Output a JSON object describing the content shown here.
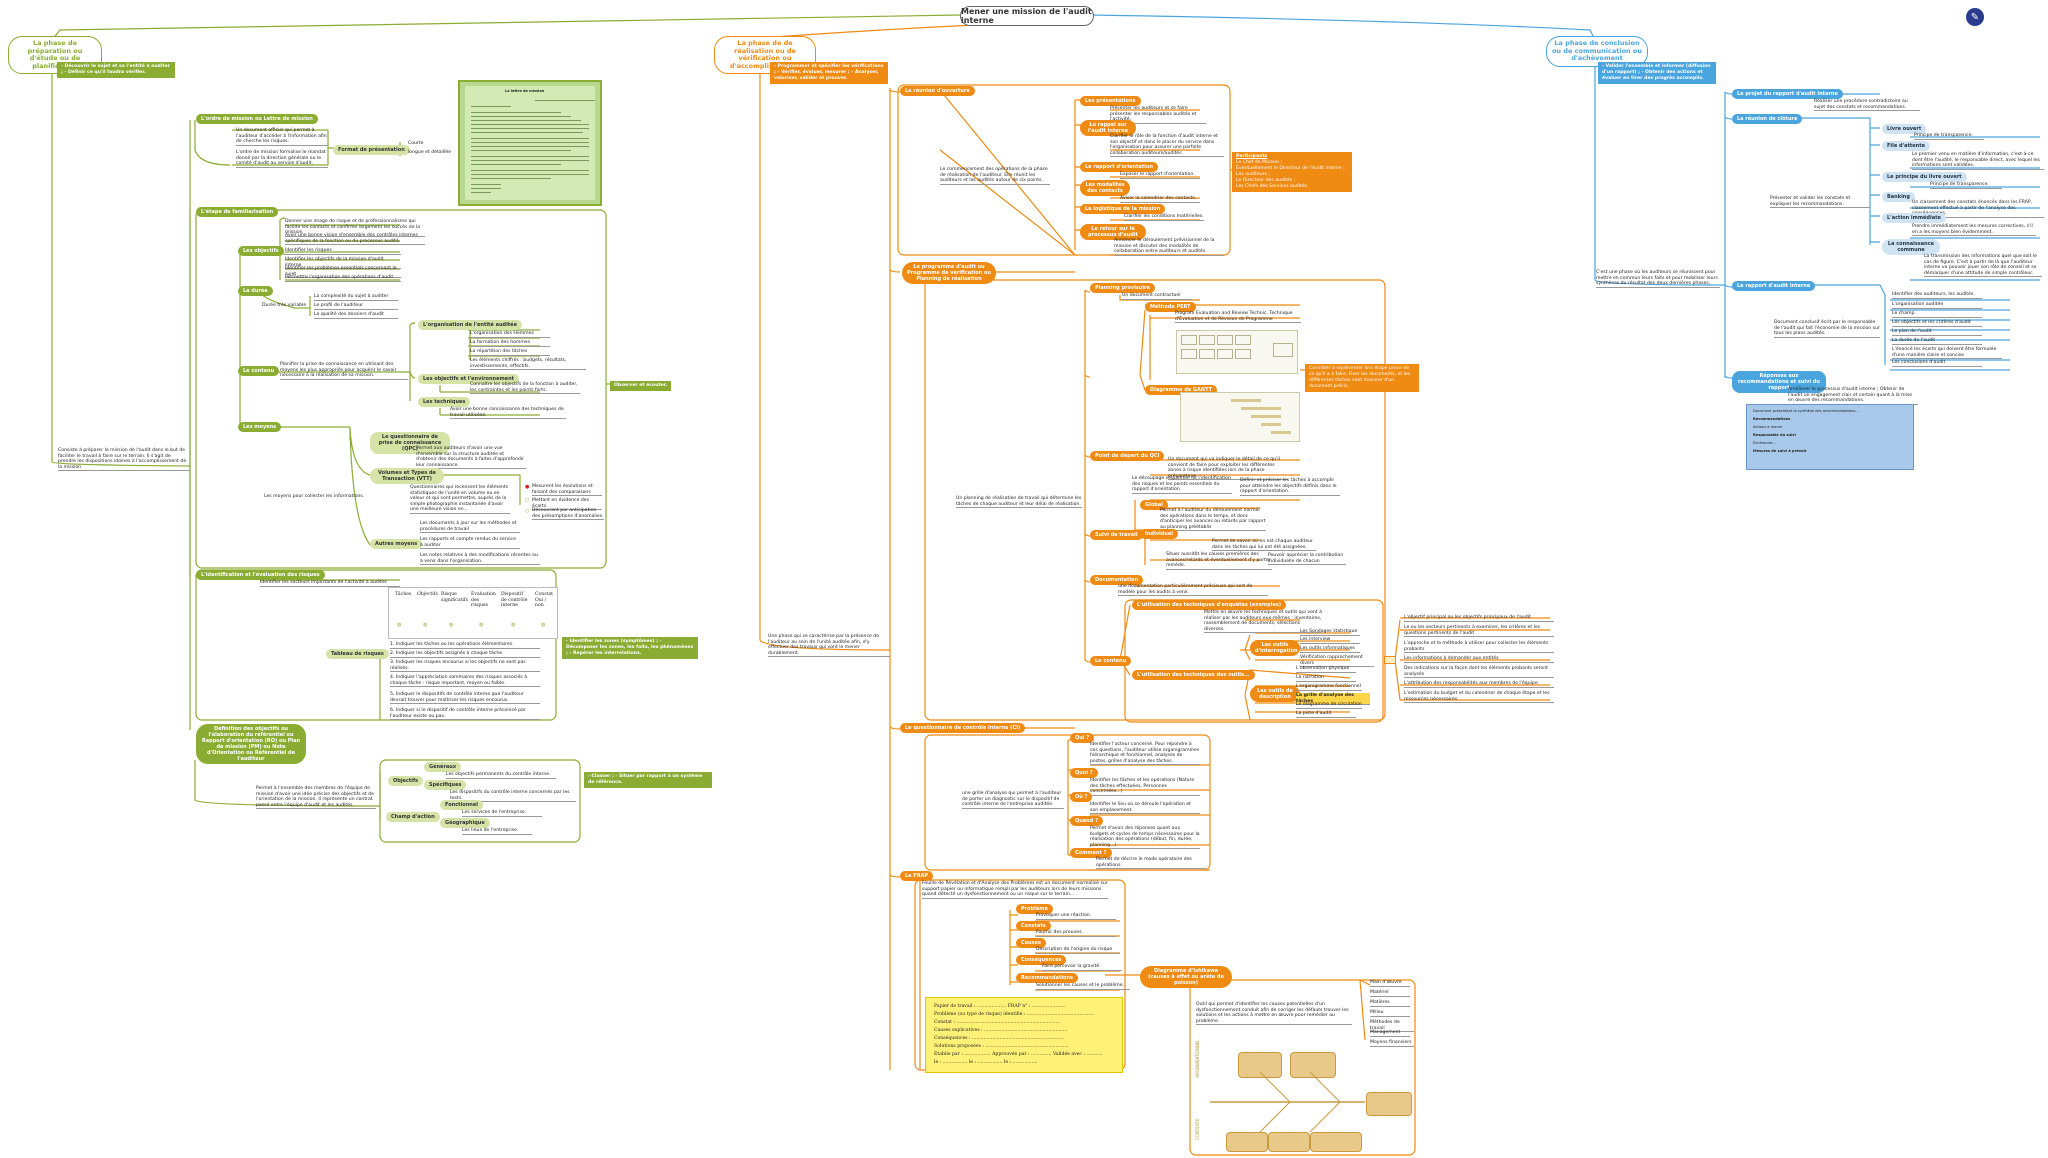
{
  "title": "Mener une mission de l'audit interne",
  "logo_icon": "pen-circle-icon",
  "colors": {
    "green": "#8bac32",
    "orange": "#ef8a12",
    "blue": "#4aa5de",
    "grey": "#666666"
  },
  "phases": {
    "prep": "La phase de préparation ou d'étude ou de planification",
    "real": "La phase de de réalisation ou de vérification ou d'accomplissement",
    "concl": "La phase de conclusion ou de communication ou d'achèvement"
  },
  "prep": {
    "banner": "- Découvrir le sujet et sa l'entité à auditer ; - Définir ce qu'il faudra vérifier.",
    "left_note": "Consiste à préparer la mission de l'audit dans le but de faciliter le travail à faire sur le terrain. Il s'agit de prendre les dispositions idoines à l'accomplissement de la mission",
    "ordre_pill": "L'ordre de mission ou Lettre de mission",
    "ordre_t1": "Un document officiel qui permet à l'auditeur d'accéder à l'information afin de cherche les risques.",
    "ordre_t2": "L'ordre de mission formalise le mandat donné par la direction générale ou le comité d'audit au service d'audit.",
    "format_pill": "Format de présentation",
    "courte": "Courte",
    "longue": "longue et détaillée",
    "doc_title": "La lettre de mission",
    "etape_pill": "L'étape de familiarisation",
    "objectifs_pill": "Les objectifs",
    "objectifs": [
      "Donner une image de risque et de professionnalisme qui facilite les contacts et confirme largement les succès de la mission",
      "Avoir une bonne vision d'ensemble des contrôles internes spécifiques de la fonction ou du processus audité.",
      "Identifier les risques",
      "Identifier les objectifs de la mission d'audit interne",
      "Identifier les problèmes essentiels concernant le sujet",
      "Permettre l'organisation des opérations d'audit"
    ],
    "duree_pill": "La durée",
    "duree_var": "Durée très variable",
    "duree_items": [
      "La complexité du sujet à auditer",
      "Le profil de l'auditeur",
      "La qualité des dossiers d'audit"
    ],
    "contenu_pill": "Le contenu",
    "contenu_text": "Planifier la prise de connaissance en utilisant des moyens les plus appropriés pour acquérir le savoir nécessaire à la réalisation de sa mission.",
    "org_pill": "L'organisation de l'entité auditée",
    "org_items": [
      "L'organisation des Hommes",
      "La formation des hommes",
      "La répartition des tâches",
      "Les éléments chiffrés : budgets, résultats, investissements, effectifs."
    ],
    "obj_env_pill": "Les objectifs et l'environnement",
    "obj_env_text": "Connaître les objectifs de la fonction à auditer, les contraintes et les points forts.",
    "tech_pill": "Les techniques",
    "tech_text": "Avoir une bonne connaissance des techniques de travail utilisées.",
    "observer": "Observer et écouter.",
    "moyens_pill": "Les moyens",
    "moyens_text": "Les moyens pour collecter les informations.",
    "qpc_pill": "Le questionnaire de prise de connaissance (QPC)",
    "qpc_text": "Permet aux auditeurs d'avoir une vue d'ensemble sur la structure auditée et d'obtenir des documents à faites d'approfondir leur connaissance.",
    "vtt_pill": "Volumes et Types de Transaction (VTT)",
    "vtt_text": "Questionnaires qui recensent les éléments statistiques de l'unité en volume ou en valeur et qui sont permettre, auprès de la simple photographie instantanée d'avoir une meilleure vision en...",
    "vtt_b1": "Mesurent les évolutions et faisant des comparaisons",
    "vtt_b2": "Mettant en évidence des écarts",
    "vtt_b3": "Découvrant par anticipation des présomptions d'anomalies.",
    "autres_pill": "Autres moyens",
    "autres_items": [
      "Les documents à jour sur les méthodes et procédures de travail",
      "Les rapports et compte rendus du service à auditer",
      "Les notes relatives à des modifications récentes ou à venir dans l'organisation."
    ],
    "risques_pill": "L'identification et l'évaluation des risques",
    "risques_text": "Identifier les secteurs importants de l'activité à auditer.",
    "tableau_pill": "Tableau de risques",
    "table_headers": [
      "Tâches",
      "Objectifs",
      "Risque significatifs",
      "Évaluation des risques",
      "Dispositif de contrôle interne",
      "Constat Oui / non"
    ],
    "risques_steps": [
      "1. Indiquer les tâches ou les opérations élémentaires.",
      "2. Indiquer les objectifs assignés à chaque tâche.",
      "3. Indiquer les risques encourus si les objectifs ne sont pas réalisés.",
      "4. Indiquer l'appréciation sommaires des risques associés à chaque tâche : risque important, moyen ou faible.",
      "5. Indiquer le dispositifs de contrôle interne que l'auditeur devrait trouver pour maîtriser les risques encourus.",
      "6. Indiquer si le dispositif de contrôle interne préconisé par l'auditeur existe ou pas."
    ],
    "risques_banner": "- Identifier les zones (symptômes) ; - Décomposer les zones, les faits, les phénomènes ; - Repérer les interrelations.",
    "ref_pill": "Définition des objectifs ou l'élaboration du référentiel ou Rapport d'orientation (RO) ou Plan de mission (PM) ou Note d'Orientation ou Référentiel de l'auditeur",
    "ref_text": "Permet à l'ensemble des membres de l'équipe de mission d'avoir une idée précise des objectifs et de l'orientation de la mission. Il représente un contrat passé entre l'équipe d'audit et les audités.",
    "obj_pill": "Objectifs",
    "generaux_pill": "Généraux",
    "generaux_text": "Les objectifs permanents du contrôle interne.",
    "specifiques_pill": "Spécifiques",
    "specifiques_text": "Les dispositifs du contrôle interne concernés par les tests.",
    "champ_pill": "Champ d'action",
    "fonctionnel_pill": "Fonctionnel",
    "fonctionnel_text": "Les services de l'entreprise.",
    "geo_pill": "Géographique",
    "geo_text": "Les lieux de l'entreprise.",
    "ref_banner": "- Classer ; - Situer par rapport à un système de référence."
  },
  "real": {
    "banner": "- Programmer et spécifier les vérifications ; - Vérifier, évaluer, mesurer ; - Analyser, valoriser, valider et prouver.",
    "left_note": "Une phase qui se caractérise par la présence de l'auditeur au sein de l'unité auditée afin, d'y effectuer des travaux qui vont le mener durablement.",
    "reunion_pill": "La réunion d'ouverture",
    "reunion_text": "Le commencement des opérations de la phase de réalisation de l'auditeur. Elle réunit les auditeurs et les audités autour de six points.",
    "points": [
      {
        "label": "Les présentations",
        "text": "Présenter les auditeurs et se faire présenter les responsables audités et l'activité."
      },
      {
        "label": "Le rappel sur l'audit interne",
        "text": "Clarifier le rôle de la fonction d'audit interne et son objectif et dans le placer du service dans l'organisation pour assurer une parfaite collaboration auditeurs/audités."
      },
      {
        "label": "Le rapport d'orientation",
        "text": "Exposer le rapport d'orientation."
      },
      {
        "label": "Les modalités des contacts",
        "text": "Aviser la calendrier des contacts."
      },
      {
        "label": "La logistique de la mission",
        "text": "Clarifier les conditions matérielles."
      },
      {
        "label": "Le retour sur le processus d'audit",
        "text": "Annoncer le déroulement prévisionnel de la mission et discuter des modalités de collaboration entre auditeurs et audités."
      }
    ],
    "participants_title": "Participants",
    "participants": [
      "Le Chef de Mission ;",
      "Éventuellement le Directeur de l'Audit interne ;",
      "Les auditeurs ;",
      "Le Directeur des audités ;",
      "Les Chefs des Services audités."
    ],
    "programme_pill": "Le programme d'audit ou Programme de vérification ou Planning de réalisation",
    "programme_text": "Un planning de réalisation de travail qui détermine les tâches de chaque auditeur et leur délai de réalisation.",
    "planning_pill": "Planning provisoire",
    "planning_text": "Un document contractuel",
    "pert_pill": "Méthode PERT",
    "pert_text": "Program Evaluation and Review Technic. Technique d'Évaluation et de Révision de Programme",
    "gantt_pill": "Diagramme de GANTT",
    "planning_banner": "Consister à représenter lors étape proce de ce qu'il a à faire. Fixer les documents, et les différentes tâches vont mesurer d'un document précis.",
    "depart_pill": "Point de départ du QCI",
    "depart_text": "Un document qui va indiquer le détail de ce qu'il convient de faire pour exploiter les différentes zones à risque identifiées lors de la phase préparatoire.",
    "decoupage_text": "Le découpage séquentiel de l'identification des risques et les points essentiels du rapport d'orientation",
    "definir_text": "Définir et préciser les tâches à accomplir pour atteindre les objectifs définis dans le rapport d'orientation.",
    "suivi_pill": "Suivi de travail",
    "global_pill": "Global",
    "global_text": "Permet à l'auditeur du déroulement normal des opérations dans le temps, et donc d'anticiper les avances ou retards par rapport au planning préétablis",
    "indiv_pill": "Individuel",
    "indiv_text": "Permet de savoir où en est chaque auditeur dans les tâches qui lui ont été assignées.",
    "indiv_t2": "Situer aussitôt les causes premières des avances/retards et éventuellement d'y porter remède.",
    "indiv_t3": "Pouvoir apprécier la contribution individuelle de chacun",
    "doc_pill": "Documentation",
    "doc_text": "une documentation particulièrement précieuse qui sert de modèle pour les audits à venir.",
    "contenu_pill": "Le contenu",
    "utilisation_pill": "L'utilisation des techniques d'enquêtes (exemples)",
    "utilisation_text": "Mettre en œuvre les techniques et outils qui vont à réaliser par les auditeurs eux-mêmes : inventaires, rassemblement de documents, sélections diverses.",
    "outils_pill": "Les outils d'interrogation",
    "outils_items": [
      "Les Sondages statistique",
      "Les interview",
      "Les outils informatiques",
      "Vérification rapprochement divers"
    ],
    "desc_pill": "L'utilisation des techniques des outils...",
    "descr_pill": "Les outils de description",
    "descr_items": [
      "L'observation physique",
      "La narration",
      "L'organigramme fonctionnel",
      "La grille d'analyse des tâches",
      "Le diagramme de circulation",
      "La piste d'audit"
    ],
    "right_list": [
      "L'objectif principal ou les objectifs principaux de l'audit",
      "Le ou les secteurs pertinents à examiner, les critères et les questions pertinents de l'audit",
      "L'approche et la méthode à utiliser pour collecter les éléments probants",
      "Les informations à demander aux entités",
      "Des indications sur la façon dont les éléments probants seront analysés",
      "L'attribution des responsabilités aux membres de l'équipe",
      "L'estimation du budget et du calendrier de chaque étape et les ressources nécessaires"
    ],
    "qci_pill": "Le questionnaire de contrôle interne (CI)",
    "qci_text": "une grille d'analyse qui permet à l'auditeur de porter un diagnostic sur le dispositif de contrôle interne de l'entreprise auditée.",
    "qci_q": [
      {
        "label": "Qui ?",
        "text": "Identifier l'acteur concerné. Pour répondre à ces questions, l'auditeur utilise organigrammes hiérarchique et fonctionnel, analyses de postes, grilles d'analyse des tâches."
      },
      {
        "label": "Quoi ?",
        "text": "Identifier les tâches et les opérations (Nature des tâches effectuées, Personnes concernées...)"
      },
      {
        "label": "Où ?",
        "text": "Identifier le lieu où se déroule l'opération et son emplacement."
      },
      {
        "label": "Quand ?",
        "text": "Permet d'avoir des réponses quant aux budgets et cycles de temps nécessaires pour la réalisation des opérations (début, fin, durée, planning...)"
      },
      {
        "label": "Comment ?",
        "text": "Permet de décrire le mode opératoire des opérations."
      }
    ],
    "frap_pill": "La FRAP",
    "frap_text": "Feuille de Révélation et d'Analyse des Problèmes est un document normalisé sur support papier ou informatique rempli par les auditeurs lors de leurs missions quand détecté un dysfonctionnement ou un risque sur le terrain...",
    "frap_items": [
      {
        "label": "Problème",
        "text": "Provoquer une réaction."
      },
      {
        "label": "Constats",
        "text": "Fournir des preuves."
      },
      {
        "label": "Causes",
        "text": "Description de l'origine du risque"
      },
      {
        "label": "Conséquences",
        "text": "Faire percevoir la gravité."
      },
      {
        "label": "Recommandations",
        "text": "Solutionner les causes et le problème."
      }
    ],
    "frap_card": [
      "Papier de travail : ....................          FRAP n° : .......................",
      "Problème (ou type de risque) identifié : ..............................................",
      "Constat : .......................................................................",
      "Causes explicatives : .........................................................",
      "Conséquences : ...............................................................",
      "Solutions proposées : .........................................................",
      "Établie par : .................. Approuvée par : .............. Validée avec : ...........",
      "le : ................. le : ................. le : ................."
    ],
    "ishikawa_pill": "Diagramme d'Ishikawa (causes à effet ou arête de poisson)",
    "ishikawa_text": "Outil qui permet d'identifier les causes potentielles d'un dysfonctionnement conduit afin de corriger les défauts trouver les solutions et les actions à mettre en œuvre pour remédier au problème.",
    "ishikawa_items": [
      "Main d'œuvre",
      "Matériel",
      "Matières",
      "Milieu",
      "Méthodes de travail",
      "Management",
      "Moyens financiers"
    ],
    "fish_labels": [
      "ORGANISATIONNEL",
      "CONTEXTE"
    ]
  },
  "concl": {
    "banner": "- Valider l'ensemble et informer (diffusion d'un rapport) ; - Obtenir des actions et évaluer en tirer des progrès accomplis.",
    "left_note": "C'est une phase où les auditeurs se réunissent pour mettre en commun leurs faits et pour mobiliser leurs synthèses du résultat des deux dernières phases.",
    "projet_pill": "Le projet du rapport d'audit interne",
    "projet_text": "Réaliser une procédure contradictoire au sujet des constats et recommandations.",
    "reunion_pill": "La réunion de clôture",
    "reunion_text": "Présenter et valider les constats et expliquer les recommandations.",
    "livre_pill": "Livre ouvert",
    "livre_text": "Principe de transparence.",
    "file_pill": "File d'attente",
    "file_text": "Le premier venu en matière d'information, c'est-à-ce dont être l'audité, le responsable direct, avec lequel les informations sont validées.",
    "principe_pill": "Le principe du livre ouvert",
    "principe_text": "Principe de transparence.",
    "banking_pill": "Banking",
    "banking_text": "Un classement des constats énoncés dans les FRAP, classement effectué à partir de l'analyse des conséquences.",
    "action_pill": "L'action immédiate",
    "action_text": "Prendre immédiatement les mesures correctives, s'il en a les moyens bien évidemment.",
    "conn_pill": "La connaissance commune",
    "conn_text": "La transmission des informations quel que soit le cas de figure. C'est à partir de là que l'auditeur interne va pouvoir jouer son rôle de conseil et se démarquer d'une attitude de simple contrôleur.",
    "rapport_pill": "Le rapport d'audit interne",
    "rapport_text": "Document conclusif écrit par le responsable de l'audit qui fait l'économie de la mission sur tous les plans audités.",
    "rapport_items": [
      "Identifier des auditeurs, les audités.",
      "L'organisation auditée",
      "Le champ.",
      "Les objectifs et les critères d'audit",
      "Le plan de l'audit",
      "La durée de l'audit",
      "L'énoncé les écarts qui doivent être formulée d'une manière claire et concise",
      "Les conclusions d'audit"
    ],
    "suivi_pill": "Réponses aux recommandations et suivi du rapport",
    "suivi_text": "Améliorer le processus d'audit interne ; Obtenir de l'audit un engagement clair et certain quant à la mise en œuvre des recommandations.",
    "blue_card": [
      "Document présentant la synthèse des recommandations...",
      "Recommandations",
      "Actions à mener",
      "Responsable du suivi",
      "Échéancier...",
      "Mesures de suivi à prévoir"
    ]
  }
}
